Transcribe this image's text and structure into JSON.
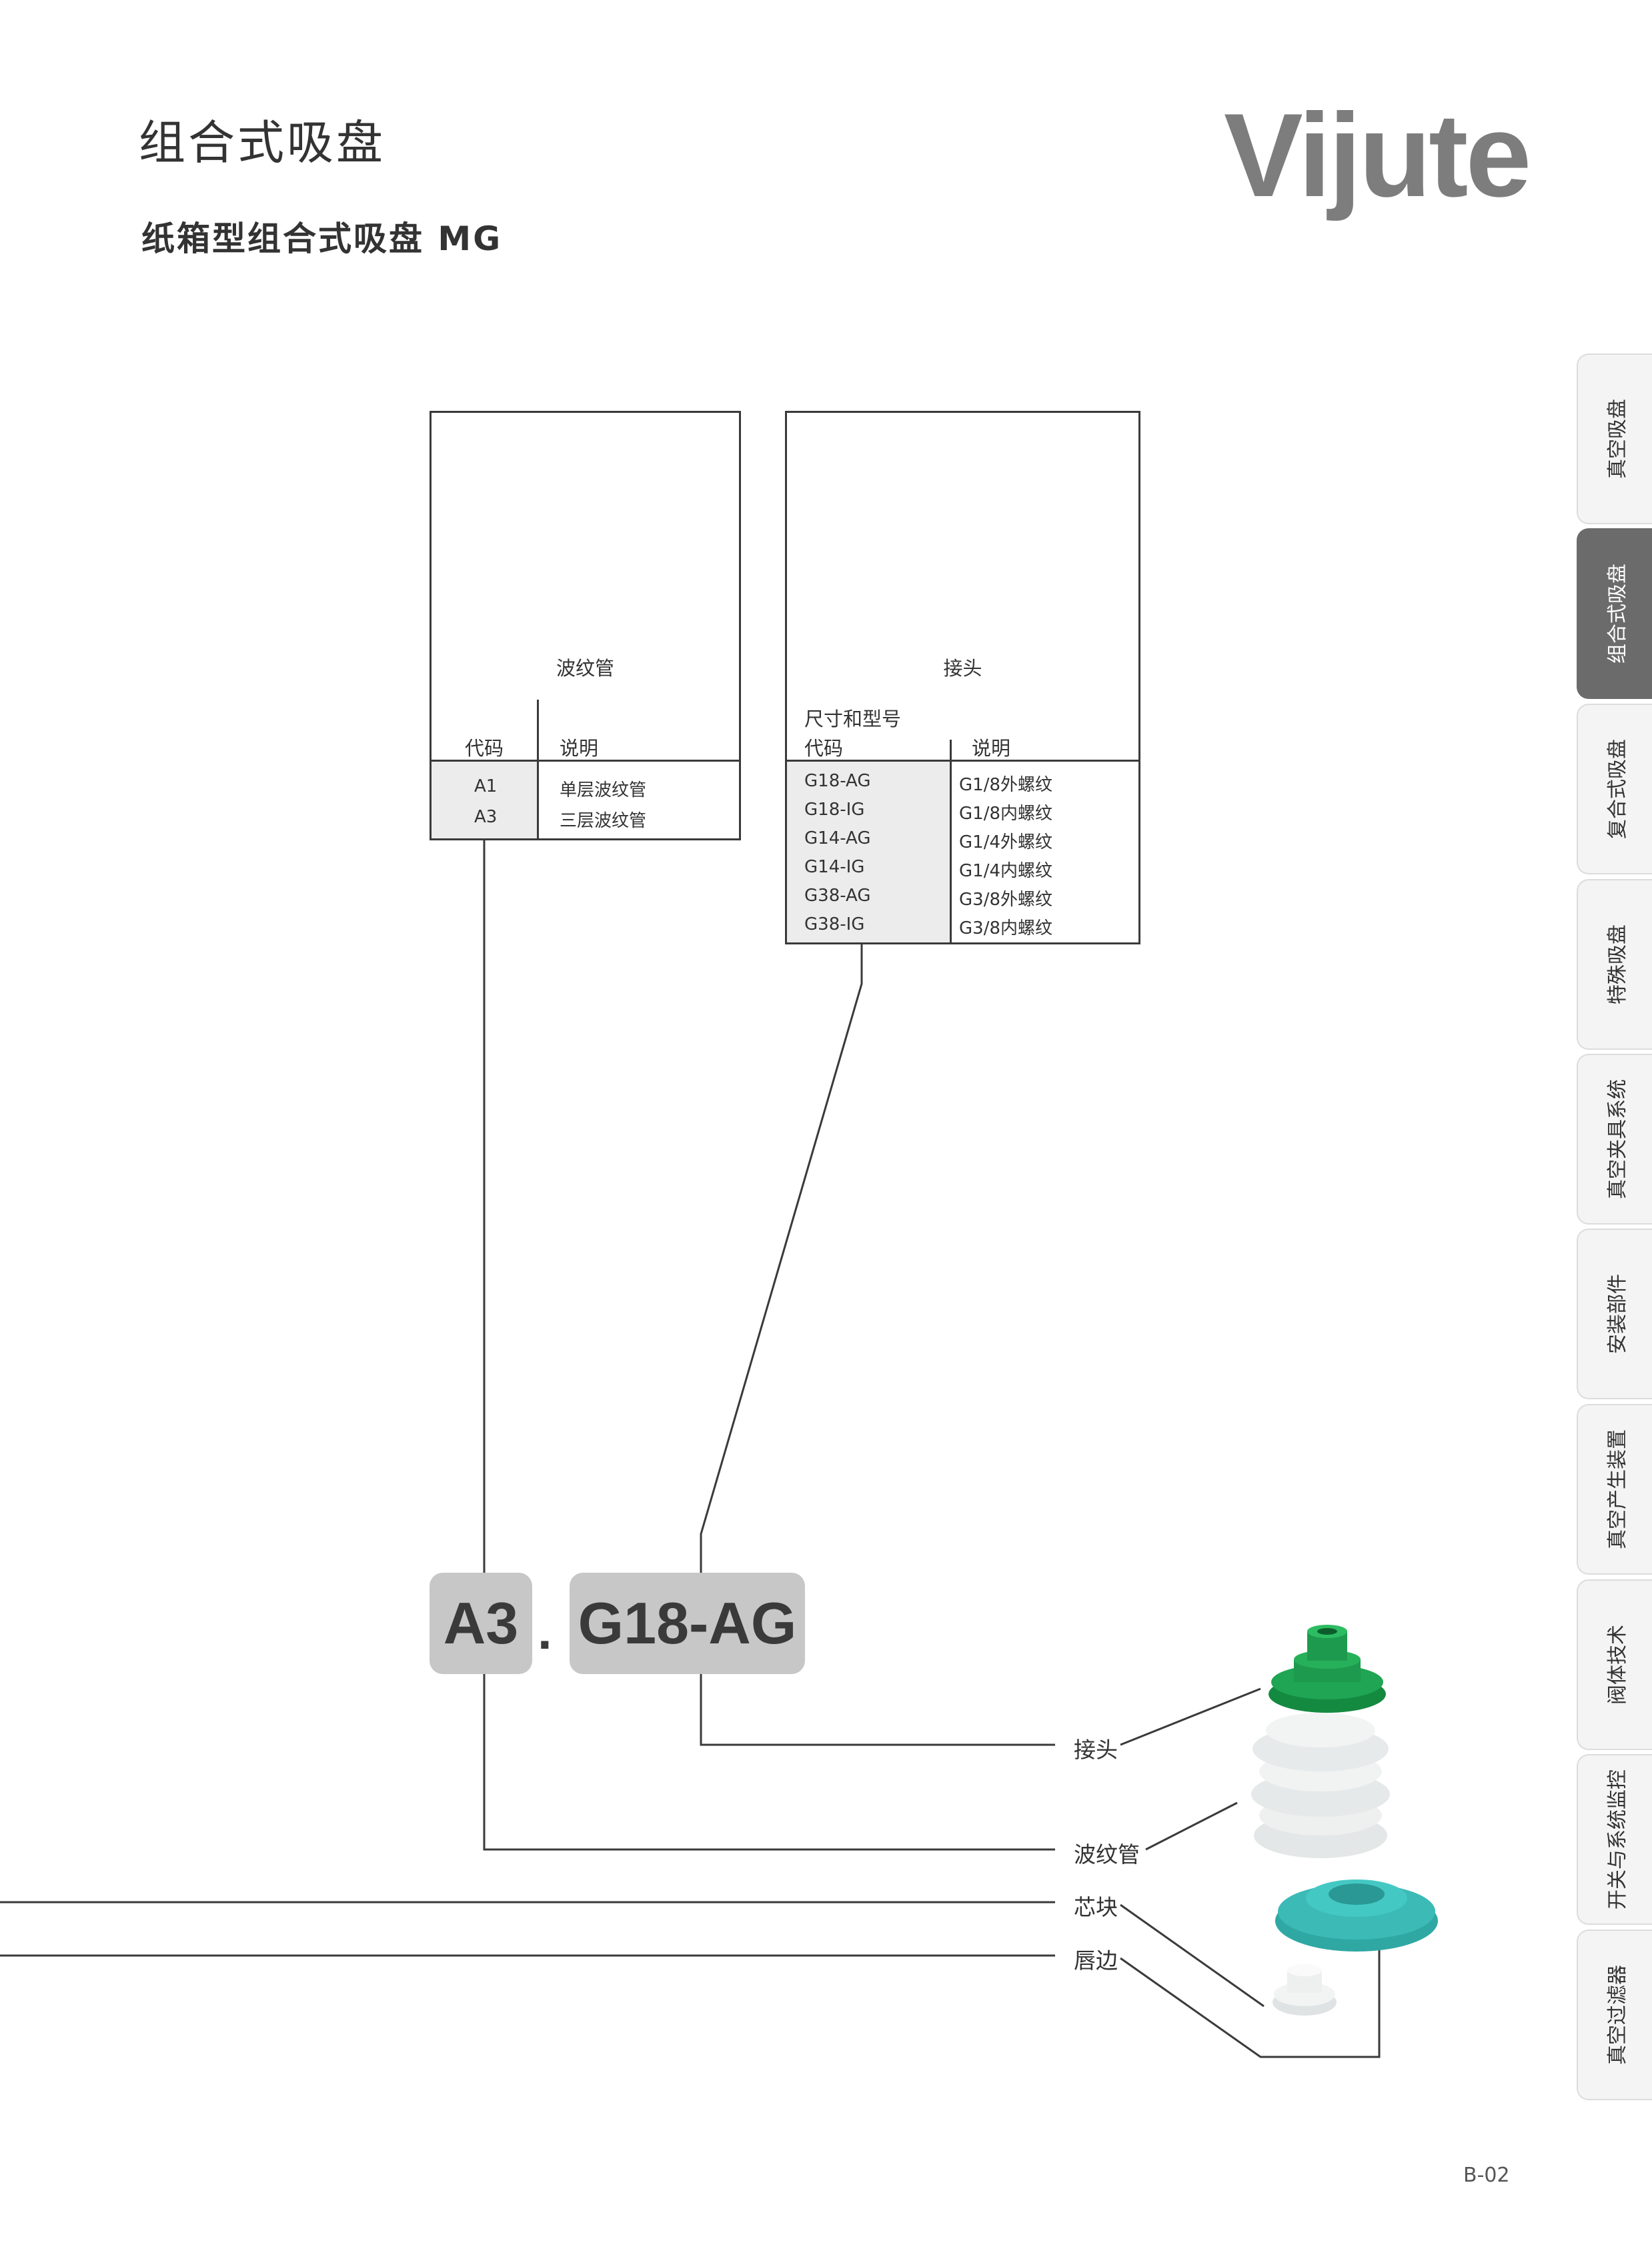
{
  "header": {
    "title": "组合式吸盘",
    "subtitle": "纸箱型组合式吸盘 MG",
    "brand": "Vijute"
  },
  "bellows_box": {
    "caption": "波纹管",
    "col_code": "代码",
    "col_desc": "说明",
    "rows": [
      {
        "code": "A1",
        "desc": "单层波纹管"
      },
      {
        "code": "A3",
        "desc": "三层波纹管"
      }
    ]
  },
  "connector_box": {
    "caption": "接头",
    "size_label": "尺寸和型号",
    "col_code": "代码",
    "col_desc": "说明",
    "rows": [
      {
        "code": "G18-AG",
        "desc": "G1/8外螺纹"
      },
      {
        "code": "G18-IG",
        "desc": "G1/8内螺纹"
      },
      {
        "code": "G14-AG",
        "desc": "G1/4外螺纹"
      },
      {
        "code": "G14-IG",
        "desc": "G1/4内螺纹"
      },
      {
        "code": "G38-AG",
        "desc": "G3/8外螺纹"
      },
      {
        "code": "G38-IG",
        "desc": "G3/8内螺纹"
      }
    ]
  },
  "order_code": {
    "part1": "A3",
    "separator": ".",
    "part2": "G18-AG"
  },
  "component_labels": {
    "connector": "接头",
    "bellows": "波纹管",
    "insert": "芯块",
    "lip": "唇边"
  },
  "side_tabs": [
    {
      "label": "真空吸盘",
      "active": false
    },
    {
      "label": "组合式吸盘",
      "active": true
    },
    {
      "label": "复合式吸盘",
      "active": false
    },
    {
      "label": "特殊吸盘",
      "active": false
    },
    {
      "label": "真空夹具系统",
      "active": false
    },
    {
      "label": "安装部件",
      "active": false
    },
    {
      "label": "真空产生装置",
      "active": false
    },
    {
      "label": "阀体技术",
      "active": false
    },
    {
      "label": "开关与系统监控",
      "active": false
    },
    {
      "label": "真空过滤器",
      "active": false
    }
  ],
  "colors": {
    "connector_green": "#1e9a4e",
    "lip_teal": "#3cbab6",
    "bellows_white": "#eceeee",
    "active_tab": "#6b6b6b",
    "code_box": "#c7c7c7"
  },
  "footer": {
    "page_number": "B-02"
  }
}
